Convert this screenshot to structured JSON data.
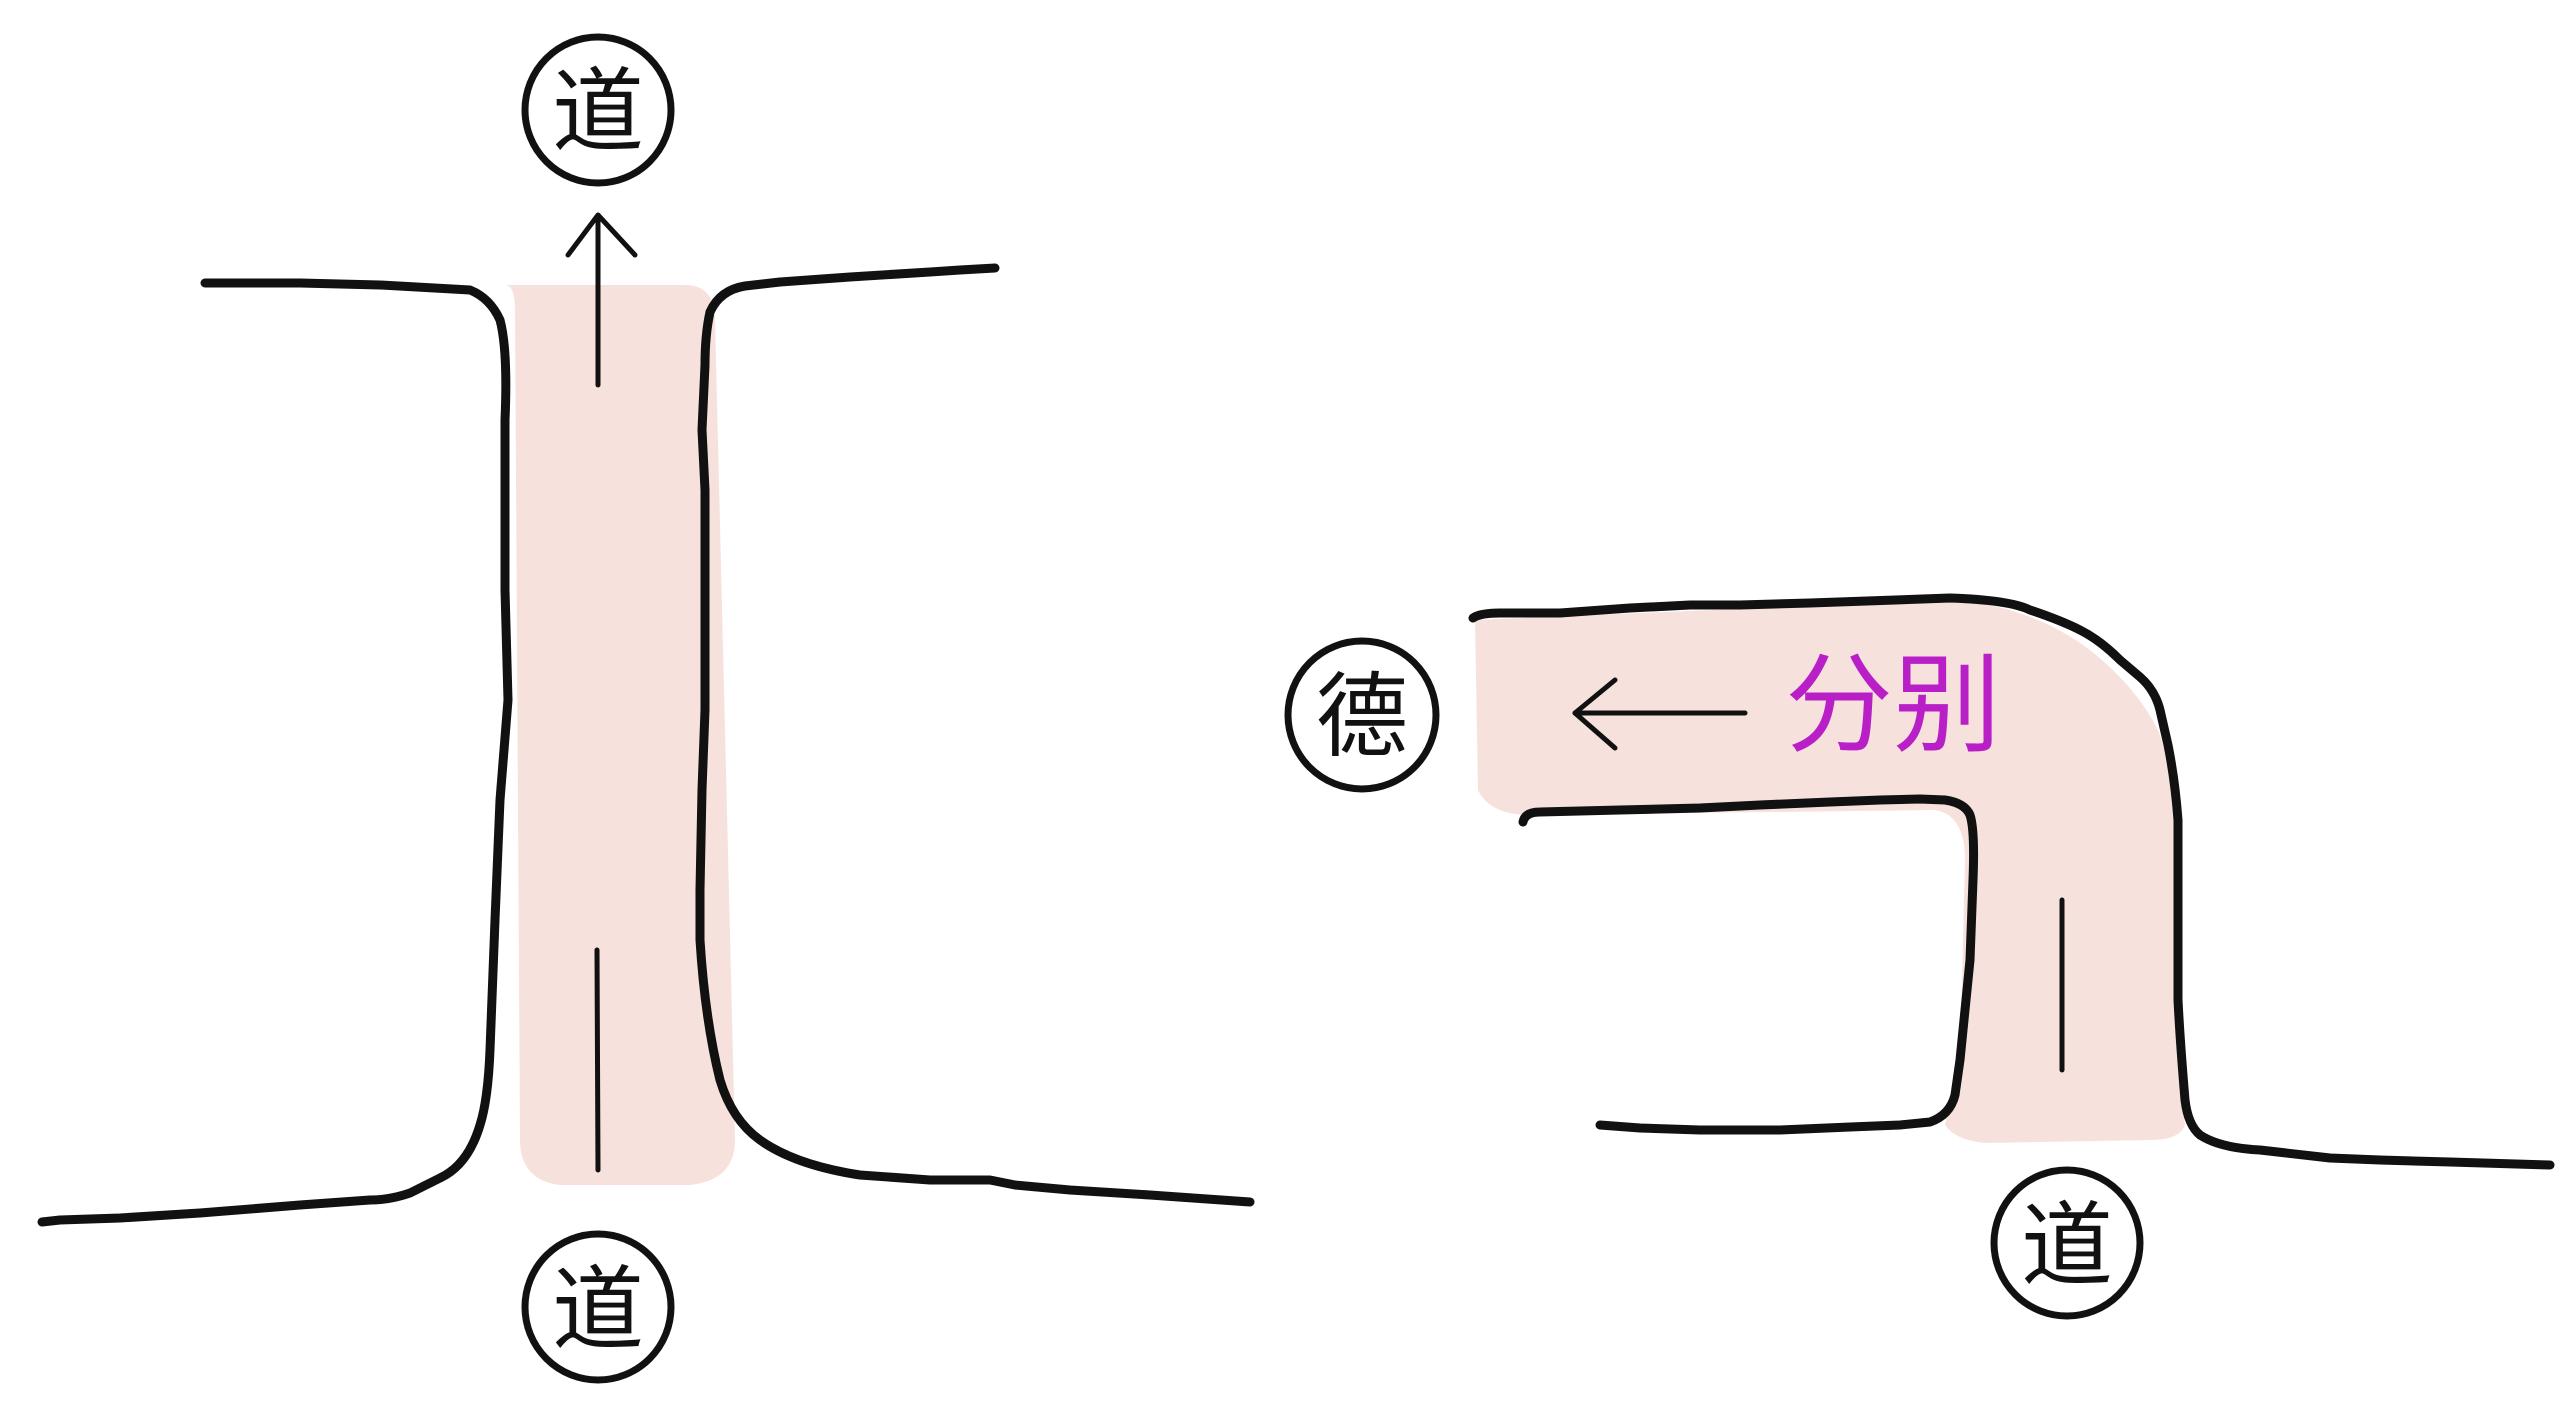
{
  "diagram": {
    "left_road": {
      "top_label": "道",
      "bottom_label": "道"
    },
    "right_road": {
      "left_label": "德",
      "bottom_label": "道",
      "branch_label": "分别"
    },
    "colors": {
      "road_fill": "#f6dcd6",
      "outline": "#111111",
      "branch_label": "#b81fc6"
    }
  }
}
